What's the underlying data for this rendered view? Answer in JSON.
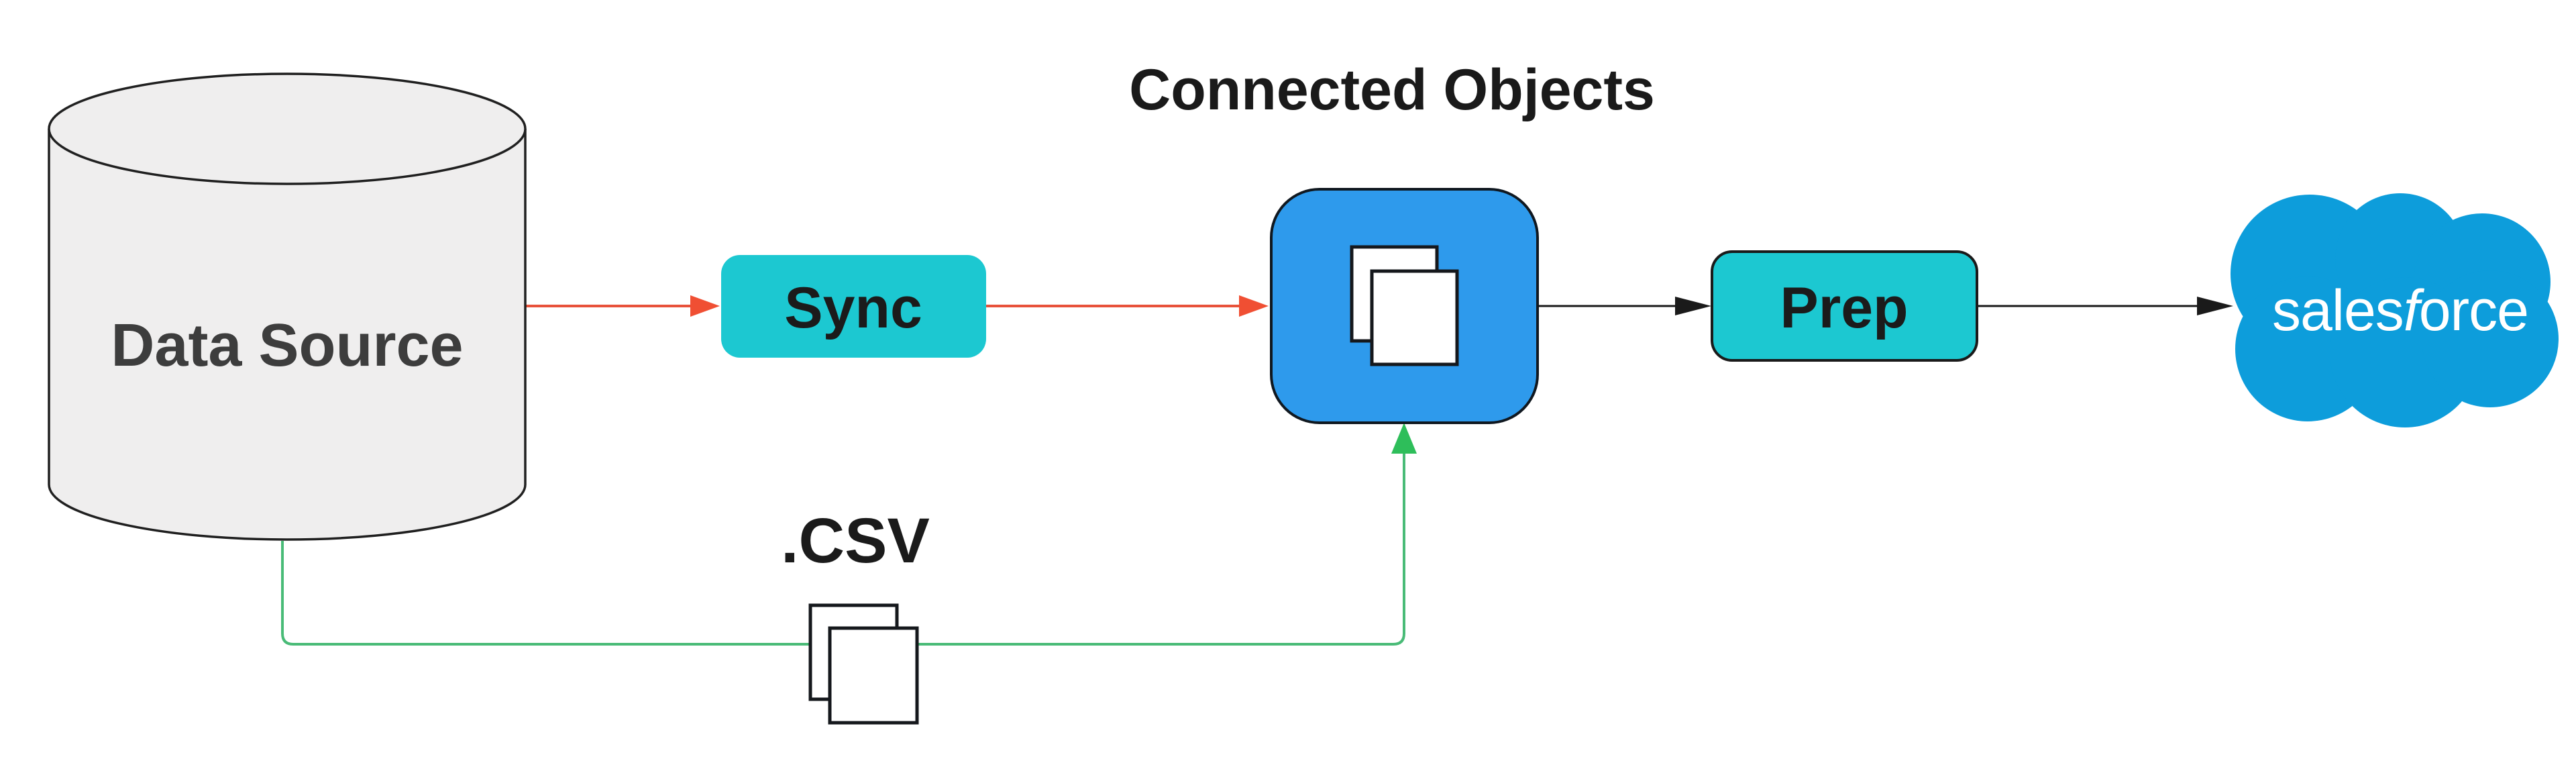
{
  "diagram": {
    "title": "Connected Objects",
    "background": "#ffffff",
    "nodes": {
      "data_source": {
        "label": "Data Source",
        "shape": "database-cylinder",
        "fill": "#efeeee",
        "text_color": "#3d3d3d"
      },
      "sync": {
        "label": "Sync",
        "shape": "rounded-rect",
        "fill": "#1cc8d1",
        "text_color": "#1b1b1b"
      },
      "connected_objects": {
        "label": "Connected Objects",
        "shape": "rounded-square",
        "fill": "#2e9aec",
        "icon": "documents-icon"
      },
      "prep": {
        "label": "Prep",
        "shape": "rounded-rect",
        "fill": "#1cc8d1",
        "text_color": "#1b1b1b"
      },
      "salesforce": {
        "brand": "salesforce",
        "text_sales": "sales",
        "text_f": "f",
        "text_orce": "orce",
        "shape": "cloud",
        "fill": "#0d9ddb",
        "text_color": "#ffffff"
      },
      "csv": {
        "label": ".CSV",
        "icon": "documents-icon",
        "text_color": "#1b1b1b"
      }
    },
    "connectors": [
      {
        "name": "datasource-to-sync",
        "color": "#e8523a",
        "style": "arrow-right"
      },
      {
        "name": "sync-to-connected",
        "color": "#e8523a",
        "style": "arrow-right"
      },
      {
        "name": "connected-to-prep",
        "color": "#1a1a1a",
        "style": "arrow-right"
      },
      {
        "name": "prep-to-salesforce",
        "color": "#1a1a1a",
        "style": "arrow-right"
      },
      {
        "name": "datasource-csv-to-connected",
        "color": "#49bb77",
        "style": "arrow-up"
      }
    ]
  },
  "colors": {
    "red": "#e8523a",
    "red_arrow": "#f04f33",
    "black": "#1a1a1a",
    "green": "#49bb77",
    "green_arrow": "#2ebe5a",
    "teal": "#1cc8d1",
    "blue_box": "#2e9aec",
    "cloud_blue": "#0d9ddb",
    "cylinder_fill": "#efeeee",
    "white": "#ffffff",
    "dark_text": "#3d3d3d",
    "title_text": "#1a1a1a"
  }
}
